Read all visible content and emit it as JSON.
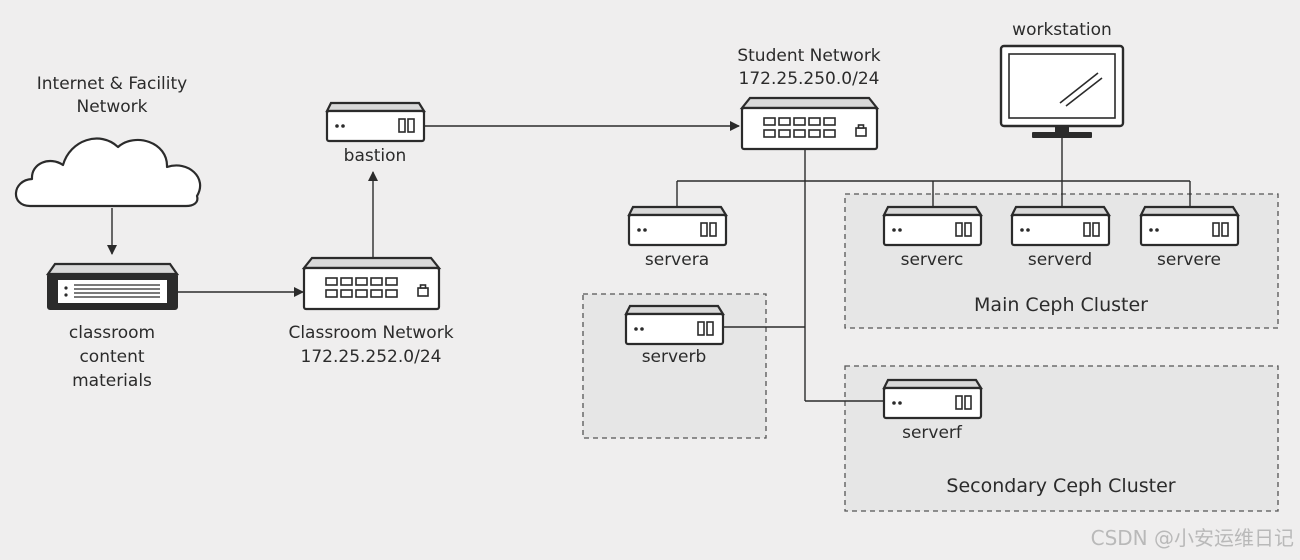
{
  "internet": {
    "line1": "Internet & Facility",
    "line2": "Network"
  },
  "classroom_content": {
    "line1": "classroom",
    "line2": "content",
    "line3": "materials"
  },
  "classroom_network": {
    "name": "Classroom Network",
    "subnet": "172.25.252.0/24"
  },
  "bastion": {
    "label": "bastion"
  },
  "student_network": {
    "name": "Student Network",
    "subnet": "172.25.250.0/24"
  },
  "workstation": {
    "label": "workstation"
  },
  "servers": {
    "servera": "servera",
    "serverb": "serverb",
    "serverc": "serverc",
    "serverd": "serverd",
    "servere": "servere",
    "serverf": "serverf"
  },
  "clusters": {
    "main": "Main Ceph Cluster",
    "secondary": "Secondary Ceph Cluster"
  },
  "watermark": "CSDN @小安运维日记"
}
